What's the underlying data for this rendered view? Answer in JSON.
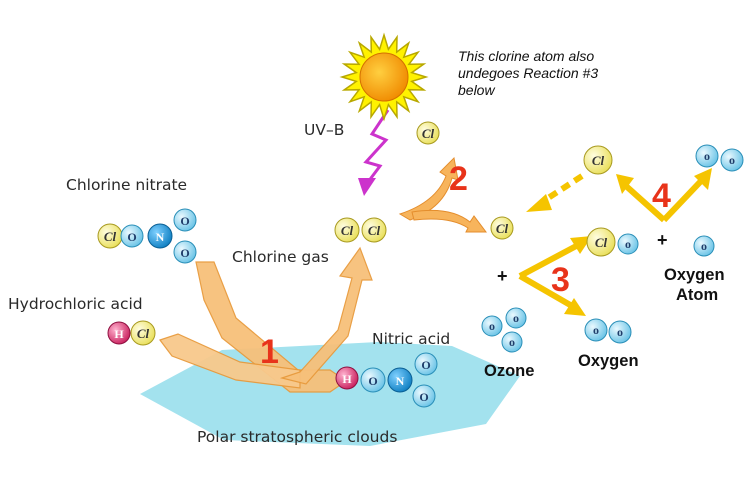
{
  "labels": {
    "chlorine_nitrate": "Chlorine nitrate",
    "hydrochloric_acid": "Hydrochloric acid",
    "chlorine_gas": "Chlorine gas",
    "nitric_acid": "Nitric acid",
    "polar_clouds": "Polar stratospheric clouds",
    "uvb": "UV–B",
    "ozone": "Ozone",
    "oxygen": "Oxygen",
    "oxygen_atom_line1": "Oxygen",
    "oxygen_atom_line2": "Atom",
    "note": "This clorine atom also undegoes Reaction #3 below"
  },
  "reaction_numbers": [
    "1",
    "2",
    "3",
    "4"
  ],
  "plus_signs": [
    "+",
    "+"
  ],
  "atoms": {
    "cl": "Cl",
    "o": "O",
    "n": "N",
    "h": "H",
    "o_small": "o"
  },
  "colors": {
    "chlorine": "#f3ee8e",
    "oxygen": "#8fd6ee",
    "nitrogen": "#1f9ad8",
    "hydrogen": "#e84a86",
    "orange_arrow": "#f6b45c",
    "yellow_arrow": "#f5c400",
    "uv_arrow": "#cc33cc",
    "cloud": "#9fe0ec",
    "sun": "#f5a000",
    "sun_rays": "#ffe600",
    "reaction_number": "#e8331a"
  },
  "icons": [
    "sun-icon",
    "uv-lightning-arrow"
  ]
}
